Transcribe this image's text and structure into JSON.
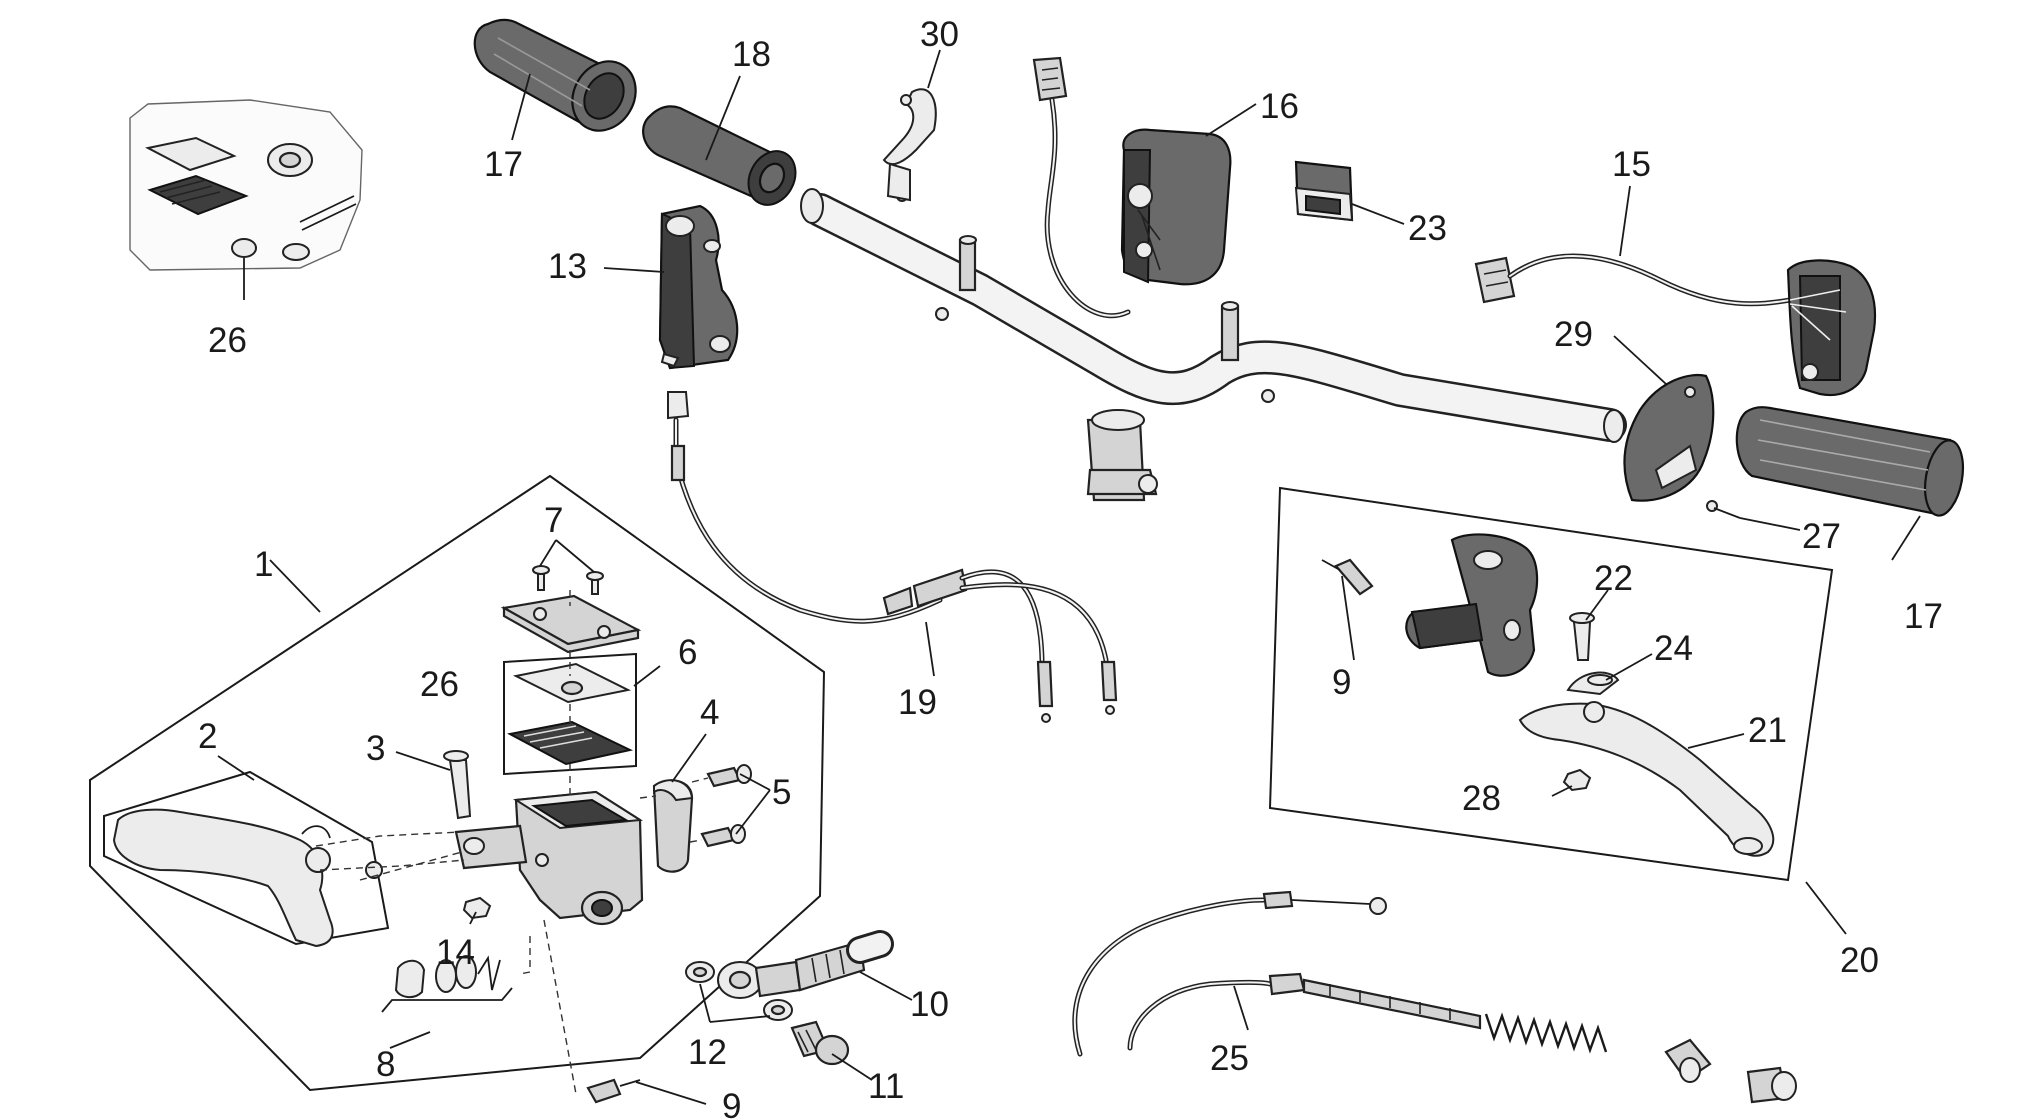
{
  "diagram": {
    "labels": [
      {
        "id": "lbl-1",
        "text": "1"
      },
      {
        "id": "lbl-2",
        "text": "2"
      },
      {
        "id": "lbl-3",
        "text": "3"
      },
      {
        "id": "lbl-4",
        "text": "4"
      },
      {
        "id": "lbl-5",
        "text": "5"
      },
      {
        "id": "lbl-6",
        "text": "6"
      },
      {
        "id": "lbl-7",
        "text": "7"
      },
      {
        "id": "lbl-8",
        "text": "8"
      },
      {
        "id": "lbl-9a",
        "text": "9"
      },
      {
        "id": "lbl-9b",
        "text": "9"
      },
      {
        "id": "lbl-10",
        "text": "10"
      },
      {
        "id": "lbl-11",
        "text": "11"
      },
      {
        "id": "lbl-12",
        "text": "12"
      },
      {
        "id": "lbl-13",
        "text": "13"
      },
      {
        "id": "lbl-14",
        "text": "14"
      },
      {
        "id": "lbl-15",
        "text": "15"
      },
      {
        "id": "lbl-16",
        "text": "16"
      },
      {
        "id": "lbl-17a",
        "text": "17"
      },
      {
        "id": "lbl-17b",
        "text": "17"
      },
      {
        "id": "lbl-18",
        "text": "18"
      },
      {
        "id": "lbl-19",
        "text": "19"
      },
      {
        "id": "lbl-20",
        "text": "20"
      },
      {
        "id": "lbl-21",
        "text": "21"
      },
      {
        "id": "lbl-22",
        "text": "22"
      },
      {
        "id": "lbl-23",
        "text": "23"
      },
      {
        "id": "lbl-24",
        "text": "24"
      },
      {
        "id": "lbl-25",
        "text": "25"
      },
      {
        "id": "lbl-26a",
        "text": "26"
      },
      {
        "id": "lbl-26b",
        "text": "26"
      },
      {
        "id": "lbl-27",
        "text": "27"
      },
      {
        "id": "lbl-28",
        "text": "28"
      },
      {
        "id": "lbl-29",
        "text": "29"
      },
      {
        "id": "lbl-30",
        "text": "30"
      }
    ]
  }
}
